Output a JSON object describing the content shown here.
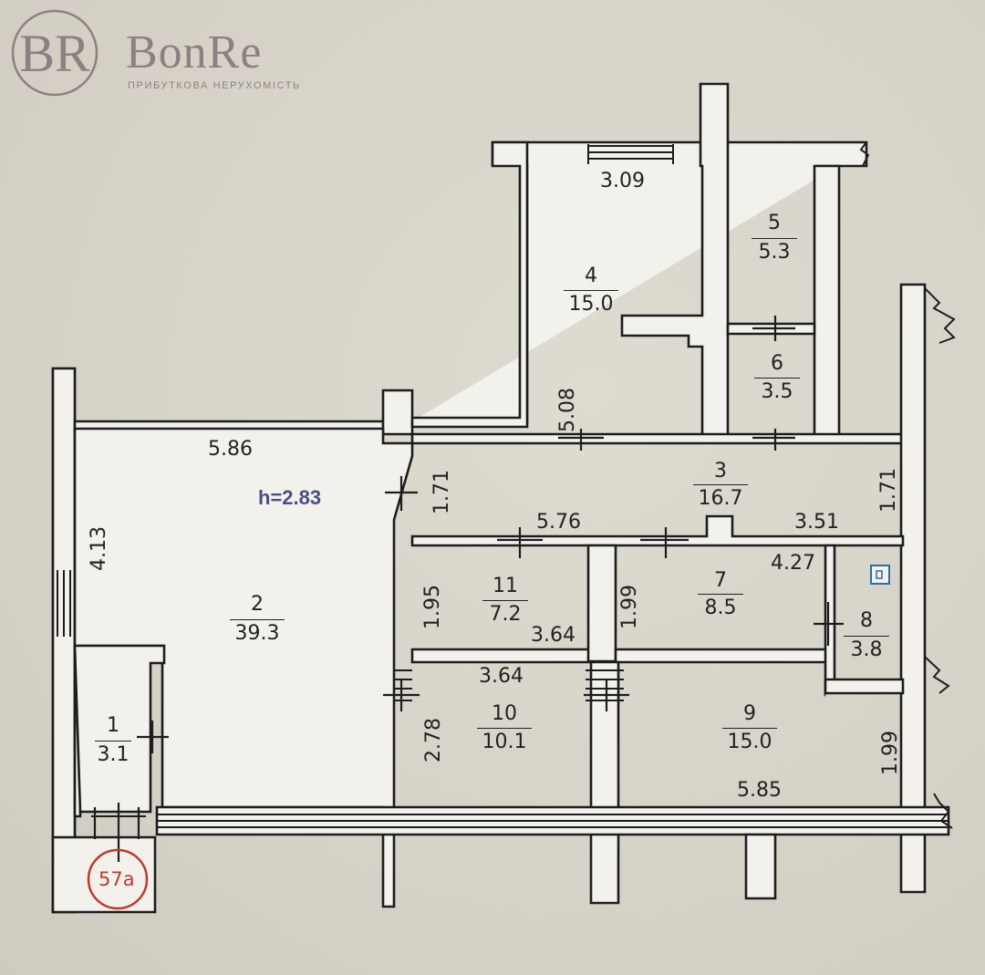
{
  "brand": {
    "name": "BonRe",
    "tagline": "ПРИБУТКОВА НЕРУХОМІСТЬ",
    "monogram": "BR",
    "color": "#8d7f82"
  },
  "plan": {
    "height_label": "h=2.83",
    "unit_number": "57a",
    "rooms": [
      {
        "id": "1",
        "area": "3.1"
      },
      {
        "id": "2",
        "area": "39.3"
      },
      {
        "id": "3",
        "area": "16.7"
      },
      {
        "id": "4",
        "area": "15.0"
      },
      {
        "id": "5",
        "area": "5.3"
      },
      {
        "id": "6",
        "area": "3.5"
      },
      {
        "id": "7",
        "area": "8.5"
      },
      {
        "id": "8",
        "area": "3.8"
      },
      {
        "id": "9",
        "area": "15.0"
      },
      {
        "id": "10",
        "area": "10.1"
      },
      {
        "id": "11",
        "area": "7.2"
      }
    ],
    "dimensions": {
      "d_309": "3.09",
      "d_508": "5.08",
      "d_586": "5.86",
      "d_171a": "1.71",
      "d_171b": "1.71",
      "d_413": "4.13",
      "d_576": "5.76",
      "d_351": "3.51",
      "d_195": "1.95",
      "d_199a": "1.99",
      "d_427": "4.27",
      "d_364a": "3.64",
      "d_364b": "3.64",
      "d_278": "2.78",
      "d_199b": "1.99",
      "d_585": "5.85"
    }
  }
}
